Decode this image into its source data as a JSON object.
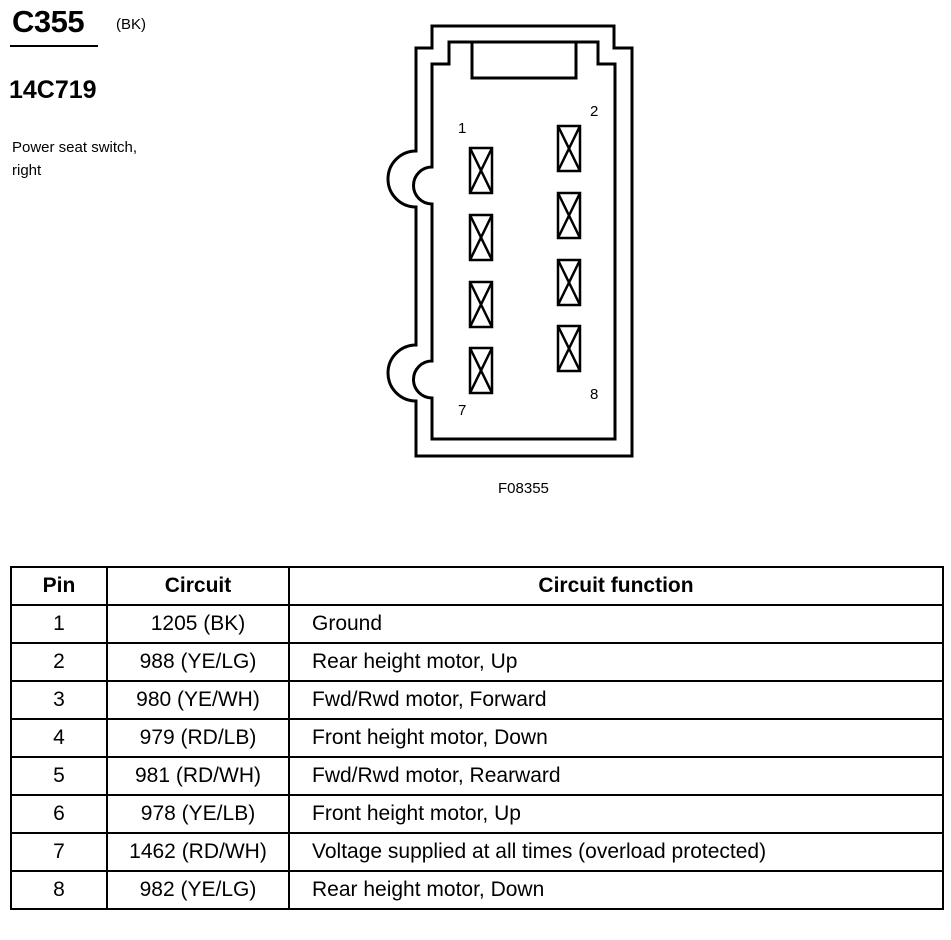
{
  "connector": {
    "id": "C355",
    "color": "(BK)",
    "part_number": "14C719",
    "description_line1": "Power seat switch,",
    "description_line2": "right"
  },
  "diagram": {
    "figure_code": "F08355",
    "pin_labels": [
      "1",
      "2",
      "7",
      "8"
    ]
  },
  "table": {
    "headers": {
      "pin": "Pin",
      "circuit": "Circuit",
      "function": "Circuit function"
    },
    "rows": [
      {
        "pin": "1",
        "circuit": "1205 (BK)",
        "function": "Ground"
      },
      {
        "pin": "2",
        "circuit": "988 (YE/LG)",
        "function": "Rear height motor, Up"
      },
      {
        "pin": "3",
        "circuit": "980 (YE/WH)",
        "function": "Fwd/Rwd motor, Forward"
      },
      {
        "pin": "4",
        "circuit": "979 (RD/LB)",
        "function": "Front height motor, Down"
      },
      {
        "pin": "5",
        "circuit": "981 (RD/WH)",
        "function": "Fwd/Rwd motor, Rearward"
      },
      {
        "pin": "6",
        "circuit": "978 (YE/LB)",
        "function": "Front height motor, Up"
      },
      {
        "pin": "7",
        "circuit": "1462 (RD/WH)",
        "function": "Voltage supplied at all times (overload protected)"
      },
      {
        "pin": "8",
        "circuit": "982 (YE/LG)",
        "function": "Rear height motor, Down"
      }
    ]
  }
}
